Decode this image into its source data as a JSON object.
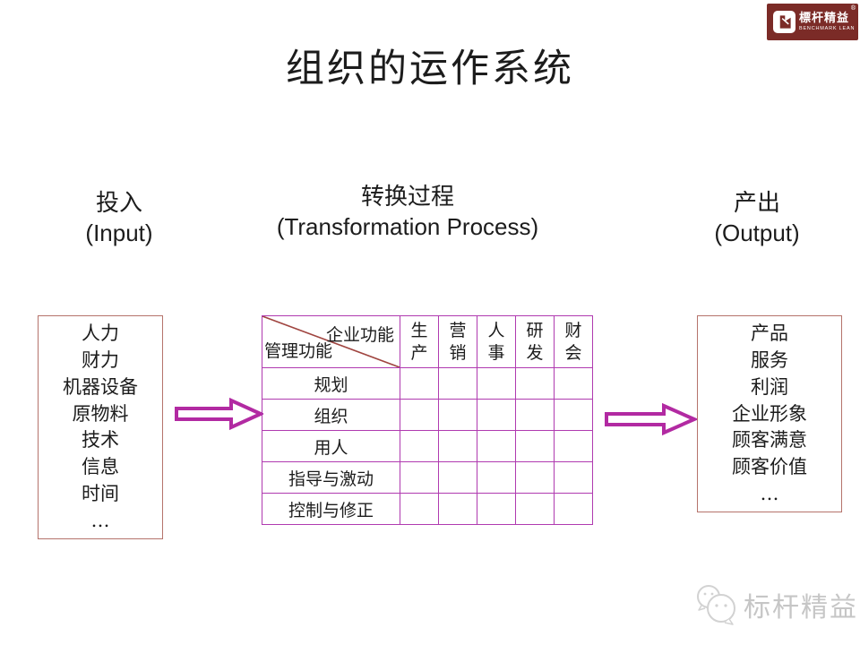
{
  "title": "组织的运作系统",
  "logo": {
    "cn": "標杆精益",
    "en": "BENCHMARK LEAN",
    "reg": "®",
    "bg_color": "#7b2b27"
  },
  "sections": {
    "input": {
      "cn": "投入",
      "en": "(Input)"
    },
    "process": {
      "cn": "转换过程",
      "en": "(Transformation Process)"
    },
    "output": {
      "cn": "产出",
      "en": "(Output)"
    }
  },
  "input_box": {
    "items": [
      "人力",
      "财力",
      "机器设备",
      "原物料",
      "技术",
      "信息",
      "时间",
      "…"
    ]
  },
  "output_box": {
    "items": [
      "产品",
      "服务",
      "利润",
      "企业形象",
      "顾客满意",
      "顾客价值",
      "…"
    ]
  },
  "matrix": {
    "corner_top_right": "企业功能",
    "corner_bottom_left": "管理功能",
    "column_headers": [
      "生产",
      "营销",
      "人事",
      "研发",
      "财会"
    ],
    "row_headers": [
      "规划",
      "组织",
      "用人",
      "指导与激动",
      "控制与修正"
    ]
  },
  "watermark": {
    "text": "标杆精益"
  },
  "colors": {
    "grid": "#b03ab0",
    "diagonal": "#a04540",
    "box_border": "#b5736b",
    "arrow": "#b22aa2",
    "logo_bg": "#7b2b27",
    "watermark": "#c6c6c6"
  }
}
